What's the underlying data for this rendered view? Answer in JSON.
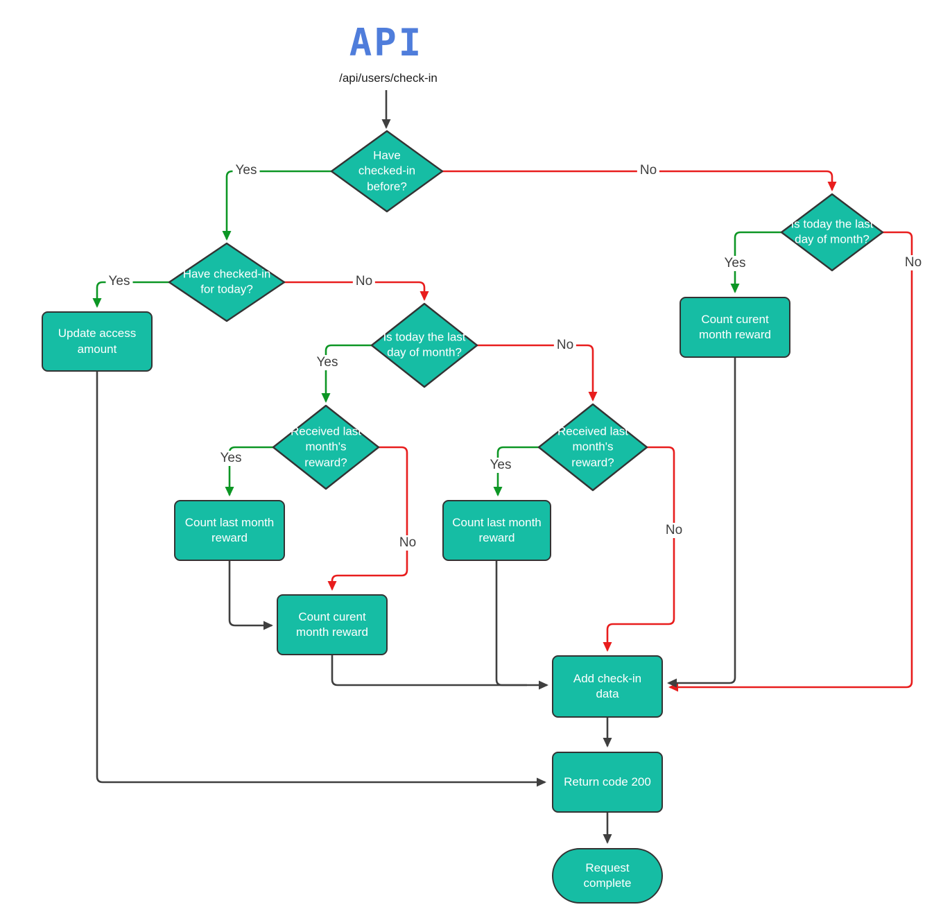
{
  "title": "API",
  "endpoint": "/api/users/check-in",
  "colors": {
    "node_fill": "#16bda4",
    "node_border": "#333333",
    "node_text": "#ffffff",
    "edge_neutral": "#3f3f3f",
    "edge_yes_green": "#0c9624",
    "edge_no_red": "#e81d1d",
    "title_blue": "#4f7ddb"
  },
  "nodes": {
    "checkin_before": {
      "type": "decision",
      "label": "Have checked-in before?"
    },
    "checkin_today": {
      "type": "decision",
      "label": "Have checked-in for today?"
    },
    "last_day_right": {
      "type": "decision",
      "label": "Is today the last day of month?"
    },
    "last_day_mid": {
      "type": "decision",
      "label": "Is today the last day of month?"
    },
    "received_left": {
      "type": "decision",
      "label": "Received last month's reward?"
    },
    "received_right": {
      "type": "decision",
      "label": "Received last month's reward?"
    },
    "update_access": {
      "type": "process",
      "label": "Update access amount"
    },
    "count_last_left": {
      "type": "process",
      "label": "Count last month reward"
    },
    "count_last_mid": {
      "type": "process",
      "label": "Count last month reward"
    },
    "count_current_mid": {
      "type": "process",
      "label": "Count curent month reward"
    },
    "count_current_right": {
      "type": "process",
      "label": "Count curent month reward"
    },
    "add_checkin": {
      "type": "process",
      "label": "Add check-in data"
    },
    "return_200": {
      "type": "process",
      "label": "Return code 200"
    },
    "request_complete": {
      "type": "terminator",
      "label": "Request complete"
    }
  },
  "edge_labels": {
    "before_yes": "Yes",
    "before_no": "No",
    "today_yes": "Yes",
    "today_no": "No",
    "lastday_mid_yes": "Yes",
    "lastday_mid_no": "No",
    "received_left_yes": "Yes",
    "received_left_no": "No",
    "received_right_yes": "Yes",
    "received_right_no": "No",
    "lastday_right_yes": "Yes",
    "lastday_right_no": "No"
  }
}
